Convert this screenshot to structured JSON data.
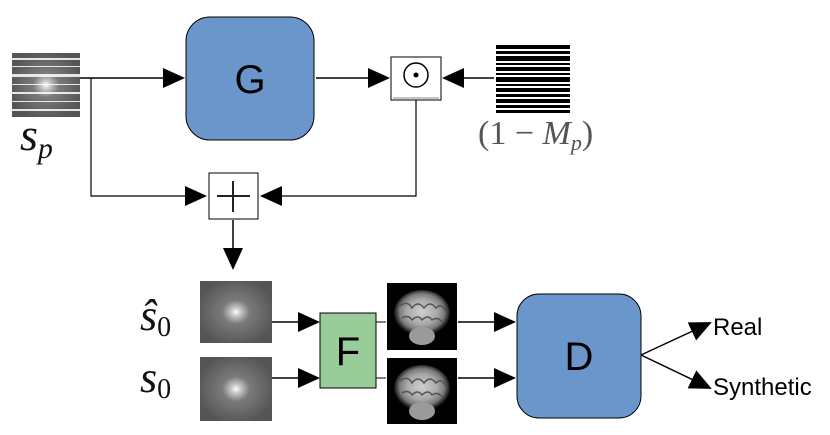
{
  "diagram": {
    "blocks": {
      "generator": "G",
      "fourier": "F",
      "discriminator": "D"
    },
    "operators": {
      "elementwise_product": "⊙",
      "sum": "+"
    },
    "inputs": {
      "undersampled_symbol": "s",
      "undersampled_subscript": "p",
      "mask_open": "(1 − ",
      "mask_symbol": "M",
      "mask_subscript": "p",
      "mask_close": ")",
      "reconstructed_symbol": "ŝ",
      "reconstructed_subscript": "0",
      "fully_sampled_symbol": "s",
      "fully_sampled_subscript": "0"
    },
    "outputs": {
      "real": "Real",
      "synthetic": "Synthetic"
    },
    "colors": {
      "blue_block": "#6a96cc",
      "green_block": "#98cc98",
      "stroke": "#000000"
    }
  }
}
